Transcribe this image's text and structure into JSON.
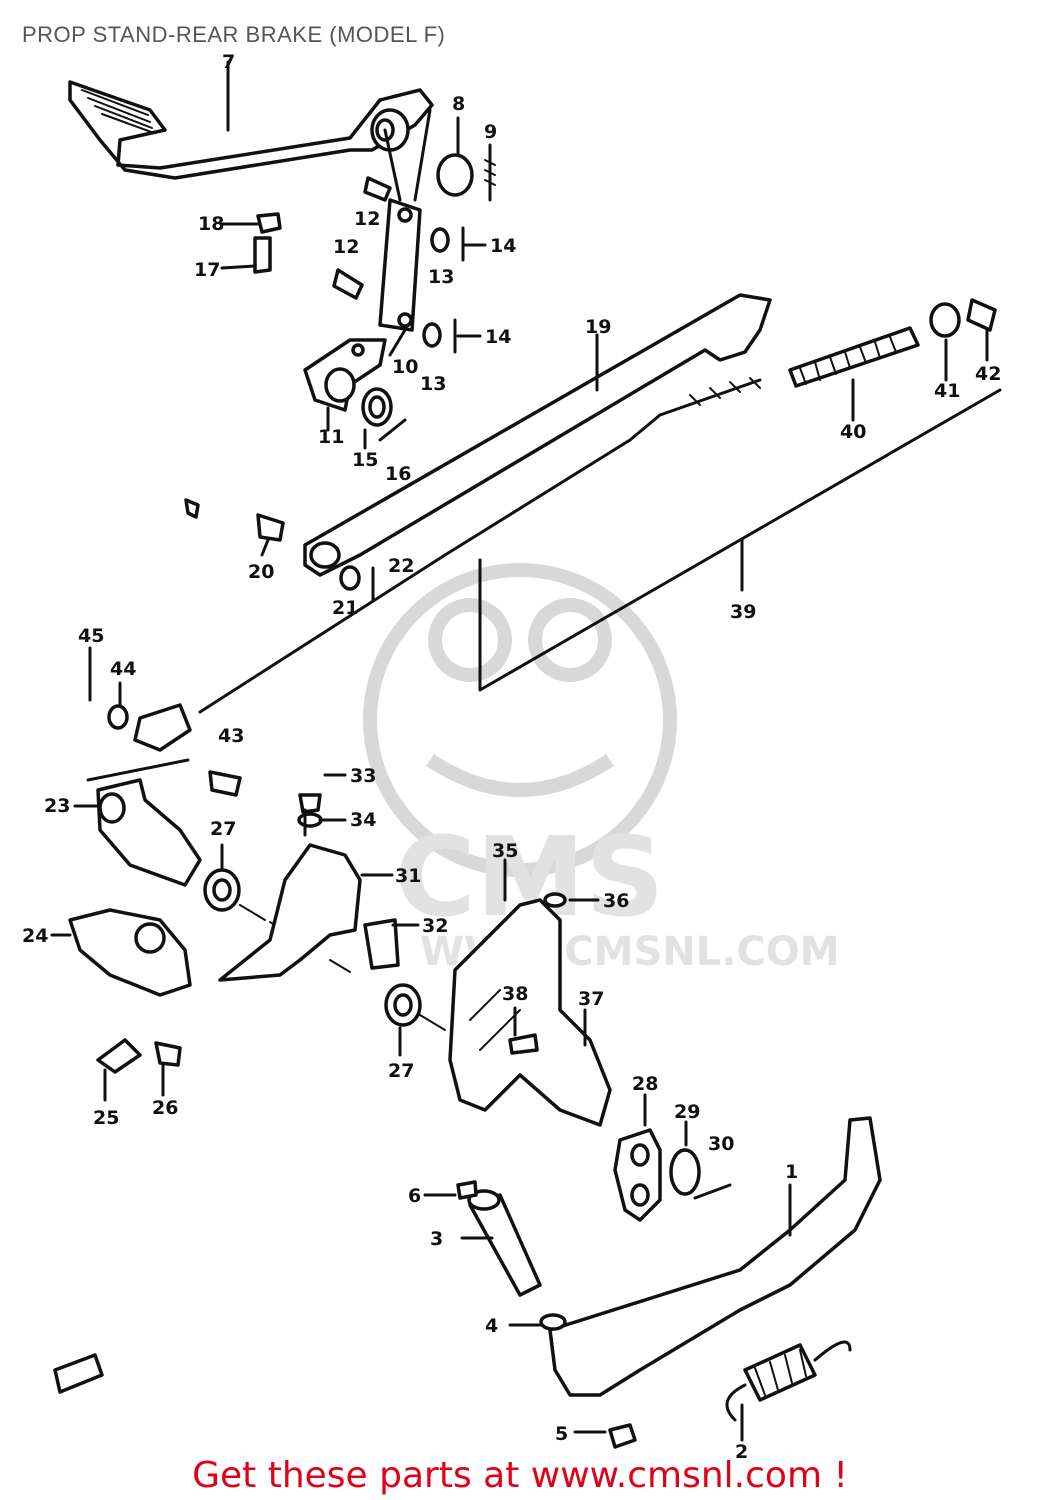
{
  "header": {
    "title": "PROP STAND-REAR BRAKE (MODEL F)"
  },
  "footer": {
    "link_text": "Get these parts at www.cmsnl.com !"
  },
  "watermark": {
    "brand": "CMS",
    "site": "WWW.CMSNL.COM"
  },
  "colors": {
    "footer_text": "#e1001a",
    "title_text": "#555555",
    "line": "#111111",
    "watermark": "#d8d8d8"
  },
  "callouts": {
    "p1": "1",
    "p2": "2",
    "p3": "3",
    "p4": "4",
    "p5": "5",
    "p6": "6",
    "p7": "7",
    "p8": "8",
    "p9": "9",
    "p10": "10",
    "p11": "11",
    "p12a": "12",
    "p12b": "12",
    "p13a": "13",
    "p13b": "13",
    "p14a": "14",
    "p14b": "14",
    "p15": "15",
    "p16": "16",
    "p17": "17",
    "p18": "18",
    "p19": "19",
    "p20": "20",
    "p21": "21",
    "p22": "22",
    "p23": "23",
    "p24": "24",
    "p25": "25",
    "p26": "26",
    "p27a": "27",
    "p27b": "27",
    "p28": "28",
    "p29": "29",
    "p30": "30",
    "p31": "31",
    "p32": "32",
    "p33": "33",
    "p34": "34",
    "p35": "35",
    "p36": "36",
    "p37": "37",
    "p38": "38",
    "p39": "39",
    "p40": "40",
    "p41": "41",
    "p42": "42",
    "p43": "43",
    "p44": "44",
    "p45": "45"
  }
}
